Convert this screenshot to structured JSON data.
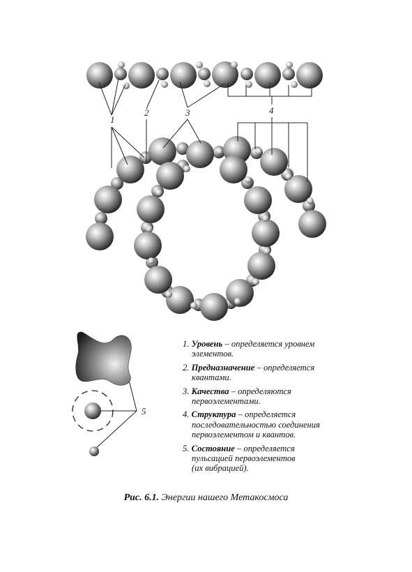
{
  "callouts": {
    "level": "1",
    "purpose": "2",
    "qualities": "3",
    "structure": "4",
    "state": "5"
  },
  "legend": [
    {
      "num": "1.",
      "term": "Уровень",
      "text1": " – определяется уровнем",
      "text2": "элементов.",
      "text3": ""
    },
    {
      "num": "2.",
      "term": "Предназначение",
      "text1": " – определяется",
      "text2": "квантами.",
      "text3": ""
    },
    {
      "num": "3.",
      "term": "Качества",
      "text1": " – определяются",
      "text2": "первоэлементами.",
      "text3": ""
    },
    {
      "num": "4.",
      "term": "Структура",
      "text1": " – определяется",
      "text2": "последовательностью соединения",
      "text3": "первоэлементом и квантов."
    },
    {
      "num": "5.",
      "term": "Состояние",
      "text1": " – определяется",
      "text2": "пульсацией первоэлементов",
      "text3": "(их вибрацией)."
    }
  ],
  "caption": {
    "figure_number": "Рис. 6.1.",
    "title": " Энергии нашего Метакосмоса"
  }
}
